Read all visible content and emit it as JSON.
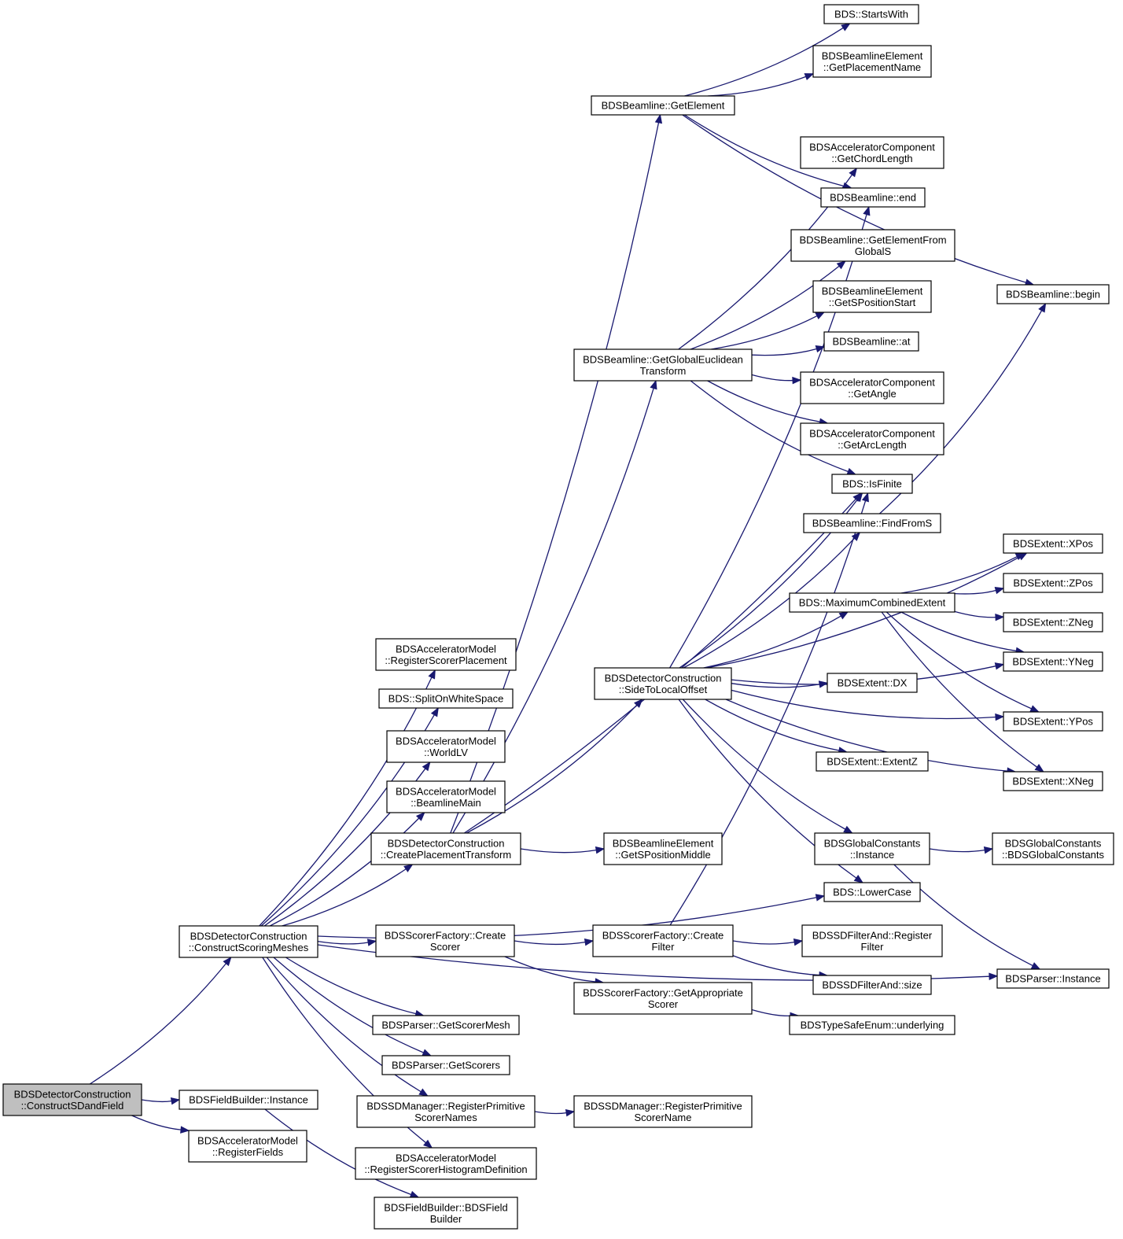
{
  "diagram": {
    "type": "call-graph",
    "colors": {
      "edge": "#191970",
      "root_fill": "#bfbfbf",
      "node_fill": "#ffffff",
      "node_border": "#000000"
    },
    "nodes": [
      {
        "id": "root",
        "lines": [
          "BDSDetectorConstruction",
          "::ConstructSDandField"
        ],
        "root": true
      },
      {
        "id": "csm",
        "lines": [
          "BDSDetectorConstruction",
          "::ConstructScoringMeshes"
        ]
      },
      {
        "id": "fbi",
        "lines": [
          "BDSFieldBuilder::Instance"
        ]
      },
      {
        "id": "amrf",
        "lines": [
          "BDSAcceleratorModel",
          "::RegisterFields"
        ]
      },
      {
        "id": "fbc",
        "lines": [
          "BDSFieldBuilder::BDSField",
          "Builder"
        ]
      },
      {
        "id": "amrsp",
        "lines": [
          "BDSAcceleratorModel",
          "::RegisterScorerPlacement"
        ]
      },
      {
        "id": "split",
        "lines": [
          "BDS::SplitOnWhiteSpace"
        ]
      },
      {
        "id": "wlv",
        "lines": [
          "BDSAcceleratorModel",
          "::WorldLV"
        ]
      },
      {
        "id": "blm",
        "lines": [
          "BDSAcceleratorModel",
          "::BeamlineMain"
        ]
      },
      {
        "id": "cpt",
        "lines": [
          "BDSDetectorConstruction",
          "::CreatePlacementTransform"
        ]
      },
      {
        "id": "sfcs",
        "lines": [
          "BDSScorerFactory::Create",
          "Scorer"
        ]
      },
      {
        "id": "pgsm",
        "lines": [
          "BDSParser::GetScorerMesh"
        ]
      },
      {
        "id": "pgs",
        "lines": [
          "BDSParser::GetScorers"
        ]
      },
      {
        "id": "sdrpn",
        "lines": [
          "BDSSDManager::RegisterPrimitive",
          "ScorerNames"
        ]
      },
      {
        "id": "amrsh",
        "lines": [
          "BDSAcceleratorModel",
          "::RegisterScorerHistogramDefinition"
        ]
      },
      {
        "id": "bge",
        "lines": [
          "BDSBeamline::GetElement"
        ]
      },
      {
        "id": "bgget",
        "lines": [
          "BDSBeamline::GetGlobalEuclidean",
          "Transform"
        ]
      },
      {
        "id": "stlo",
        "lines": [
          "BDSDetectorConstruction",
          "::SideToLocalOffset"
        ]
      },
      {
        "id": "begsm",
        "lines": [
          "BDSBeamlineElement",
          "::GetSPositionMiddle"
        ]
      },
      {
        "id": "sfcf",
        "lines": [
          "BDSScorerFactory::Create",
          "Filter"
        ]
      },
      {
        "id": "sfgas",
        "lines": [
          "BDSScorerFactory::GetAppropriate",
          "Scorer"
        ]
      },
      {
        "id": "sdrp1",
        "lines": [
          "BDSSDManager::RegisterPrimitive",
          "ScorerName"
        ]
      },
      {
        "id": "startswith",
        "lines": [
          "BDS::StartsWith"
        ]
      },
      {
        "id": "begpn",
        "lines": [
          "BDSBeamlineElement",
          "::GetPlacementName"
        ]
      },
      {
        "id": "acgcl",
        "lines": [
          "BDSAcceleratorComponent",
          "::GetChordLength"
        ]
      },
      {
        "id": "bend",
        "lines": [
          "BDSBeamline::end"
        ]
      },
      {
        "id": "bgefgs",
        "lines": [
          "BDSBeamline::GetElementFrom",
          "GlobalS"
        ]
      },
      {
        "id": "begss",
        "lines": [
          "BDSBeamlineElement",
          "::GetSPositionStart"
        ]
      },
      {
        "id": "bat",
        "lines": [
          "BDSBeamline::at"
        ]
      },
      {
        "id": "acga",
        "lines": [
          "BDSAcceleratorComponent",
          "::GetAngle"
        ]
      },
      {
        "id": "acgal",
        "lines": [
          "BDSAcceleratorComponent",
          "::GetArcLength"
        ]
      },
      {
        "id": "isfinite",
        "lines": [
          "BDS::IsFinite"
        ]
      },
      {
        "id": "bffs",
        "lines": [
          "BDSBeamline::FindFromS"
        ]
      },
      {
        "id": "mce",
        "lines": [
          "BDS::MaximumCombinedExtent"
        ]
      },
      {
        "id": "edx",
        "lines": [
          "BDSExtent::DX"
        ]
      },
      {
        "id": "eez",
        "lines": [
          "BDSExtent::ExtentZ"
        ]
      },
      {
        "id": "gci",
        "lines": [
          "BDSGlobalConstants",
          "::Instance"
        ]
      },
      {
        "id": "lower",
        "lines": [
          "BDS::LowerCase"
        ]
      },
      {
        "id": "sdfarf",
        "lines": [
          "BDSSDFilterAnd::Register",
          "Filter"
        ]
      },
      {
        "id": "sdfas",
        "lines": [
          "BDSSDFilterAnd::size"
        ]
      },
      {
        "id": "tseu",
        "lines": [
          "BDSTypeSafeEnum::underlying"
        ]
      },
      {
        "id": "bbegin",
        "lines": [
          "BDSBeamline::begin"
        ]
      },
      {
        "id": "xpos",
        "lines": [
          "BDSExtent::XPos"
        ]
      },
      {
        "id": "zpos",
        "lines": [
          "BDSExtent::ZPos"
        ]
      },
      {
        "id": "zneg",
        "lines": [
          "BDSExtent::ZNeg"
        ]
      },
      {
        "id": "yneg",
        "lines": [
          "BDSExtent::YNeg"
        ]
      },
      {
        "id": "ypos",
        "lines": [
          "BDSExtent::YPos"
        ]
      },
      {
        "id": "xneg",
        "lines": [
          "BDSExtent::XNeg"
        ]
      },
      {
        "id": "gcgc",
        "lines": [
          "BDSGlobalConstants",
          "::BDSGlobalConstants"
        ]
      },
      {
        "id": "pinst",
        "lines": [
          "BDSParser::Instance"
        ]
      }
    ],
    "edges": [
      [
        "root",
        "csm"
      ],
      [
        "root",
        "fbi"
      ],
      [
        "root",
        "amrf"
      ],
      [
        "fbi",
        "fbc"
      ],
      [
        "csm",
        "amrsp"
      ],
      [
        "csm",
        "split"
      ],
      [
        "csm",
        "wlv"
      ],
      [
        "csm",
        "blm"
      ],
      [
        "csm",
        "cpt"
      ],
      [
        "csm",
        "sfcs"
      ],
      [
        "csm",
        "pgsm"
      ],
      [
        "csm",
        "pgs"
      ],
      [
        "csm",
        "sdrpn"
      ],
      [
        "csm",
        "amrsh"
      ],
      [
        "csm",
        "lower"
      ],
      [
        "csm",
        "pinst"
      ],
      [
        "cpt",
        "bge"
      ],
      [
        "cpt",
        "bgget"
      ],
      [
        "cpt",
        "stlo"
      ],
      [
        "cpt",
        "begsm"
      ],
      [
        "cpt",
        "isfinite"
      ],
      [
        "sfcs",
        "sfcf"
      ],
      [
        "sfcs",
        "sfgas"
      ],
      [
        "sdrpn",
        "sdrp1"
      ],
      [
        "bge",
        "startswith"
      ],
      [
        "bge",
        "begpn"
      ],
      [
        "bge",
        "bend"
      ],
      [
        "bge",
        "bbegin"
      ],
      [
        "bgget",
        "acgcl"
      ],
      [
        "bgget",
        "bgefgs"
      ],
      [
        "bgget",
        "begss"
      ],
      [
        "bgget",
        "bat"
      ],
      [
        "bgget",
        "acga"
      ],
      [
        "bgget",
        "acgal"
      ],
      [
        "bgget",
        "isfinite"
      ],
      [
        "stlo",
        "bend"
      ],
      [
        "stlo",
        "isfinite"
      ],
      [
        "stlo",
        "bffs"
      ],
      [
        "stlo",
        "mce"
      ],
      [
        "stlo",
        "xpos"
      ],
      [
        "stlo",
        "yneg"
      ],
      [
        "stlo",
        "edx"
      ],
      [
        "stlo",
        "ypos"
      ],
      [
        "stlo",
        "eez"
      ],
      [
        "stlo",
        "xneg"
      ],
      [
        "stlo",
        "gci"
      ],
      [
        "stlo",
        "lower"
      ],
      [
        "sfcf",
        "isfinite"
      ],
      [
        "sfcf",
        "sdfarf"
      ],
      [
        "sfcf",
        "sdfas"
      ],
      [
        "sfgas",
        "tseu"
      ],
      [
        "bffs",
        "bbegin"
      ],
      [
        "mce",
        "xpos"
      ],
      [
        "mce",
        "zpos"
      ],
      [
        "mce",
        "zneg"
      ],
      [
        "mce",
        "yneg"
      ],
      [
        "mce",
        "ypos"
      ],
      [
        "mce",
        "xneg"
      ],
      [
        "gci",
        "gcgc"
      ],
      [
        "gci",
        "pinst"
      ]
    ]
  }
}
